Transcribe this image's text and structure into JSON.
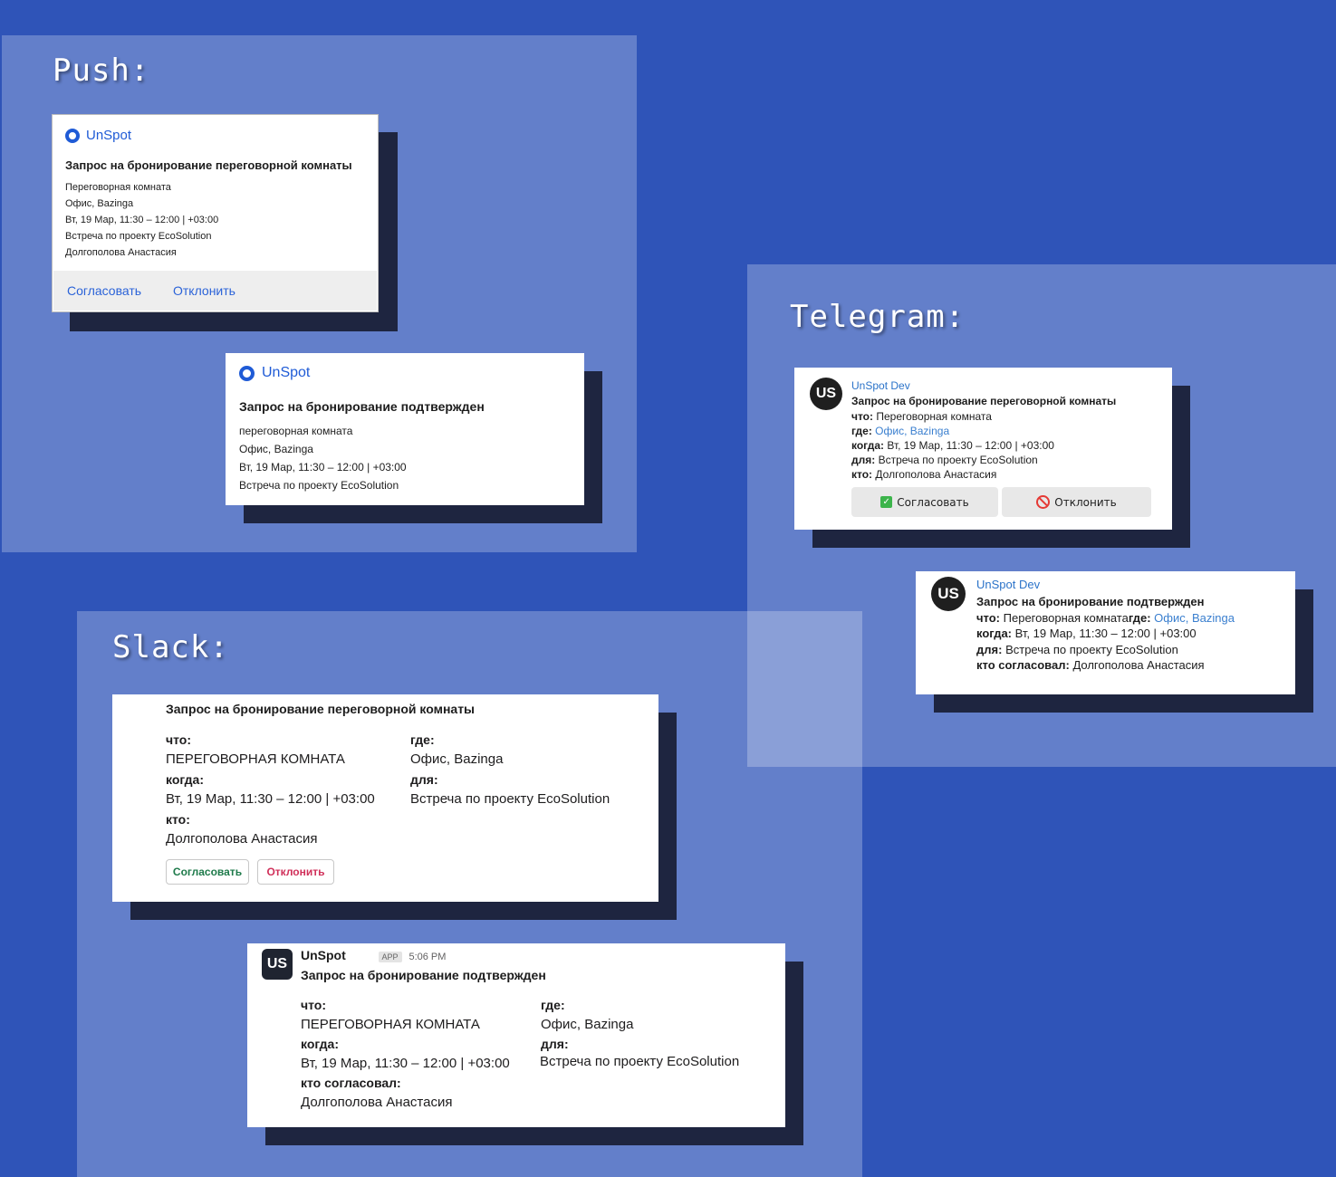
{
  "sections": {
    "push": "Push:",
    "telegram": "Telegram:",
    "slack": "Slack:"
  },
  "push1": {
    "app": "UnSpot",
    "title": "Запрос на бронирование переговорной комнаты",
    "lines": [
      "Переговорная комната",
      "Офис, Bazinga",
      "Вт, 19 Мар, 11:30 – 12:00 | +03:00",
      "Встреча по проекту EcoSolution",
      "Долгополова Анастасия"
    ],
    "approve": "Согласовать",
    "reject": "Отклонить"
  },
  "push2": {
    "app": "UnSpot",
    "title": "Запрос на бронирование подтвержден",
    "lines": [
      "переговорная комната",
      "Офис, Bazinga",
      "Вт, 19 Мар, 11:30 – 12:00 | +03:00",
      "Встреча по проекту EcoSolution"
    ]
  },
  "tg1": {
    "avatar": "US",
    "name": "UnSpot Dev",
    "title": "Запрос на бронирование переговорной комнаты",
    "what_label": "что:",
    "what": "Переговорная комната",
    "where_label": "где:",
    "where": "Офис, Bazinga",
    "when_label": "когда:",
    "when": "Вт, 19 Мар, 11:30 – 12:00 | +03:00",
    "for_label": "для:",
    "for": "Встреча по проекту EcoSolution",
    "who_label": "кто:",
    "who": "Долгополова Анастасия",
    "approve": "Согласовать",
    "reject": "Отклонить"
  },
  "tg2": {
    "avatar": "US",
    "name": "UnSpot Dev",
    "title": "Запрос на бронирование подтвержден",
    "what_label": "что:",
    "what": "Переговорная комната",
    "where_label": "где:",
    "where": "Офис, Bazinga",
    "when_label": "когда:",
    "when": "Вт, 19 Мар, 11:30 – 12:00 | +03:00",
    "for_label": "для:",
    "for": "Встреча по проекту EcoSolution",
    "approver_label": "кто согласовал:",
    "approver": "Долгополова Анастасия"
  },
  "slack1": {
    "title": "Запрос на бронирование переговорной комнаты",
    "what_label": "что:",
    "what": "ПЕРЕГОВОРНАЯ КОМНАТА",
    "where_label": "где:",
    "where": "Офис, Bazinga",
    "when_label": "когда:",
    "when": "Вт, 19 Мар, 11:30 – 12:00 | +03:00",
    "for_label": "для:",
    "for": "Встреча по проекту EcoSolution",
    "who_label": "кто:",
    "who": "Долгополова Анастасия",
    "approve": "Согласовать",
    "reject": "Отклонить"
  },
  "slack2": {
    "avatar": "US",
    "name": "UnSpot",
    "badge": "APP",
    "time": "5:06 PM",
    "title": "Запрос на бронирование подтвержден",
    "what_label": "что:",
    "what": "ПЕРЕГОВОРНАЯ КОМНАТА",
    "where_label": "где:",
    "where": "Офис, Bazinga",
    "when_label": "когда:",
    "when": "Вт, 19 Мар, 11:30 – 12:00 | +03:00",
    "for_label": "для:",
    "for": "Встреча по проекту EcoSolution",
    "approver_label": "кто согласовал:",
    "approver": "Долгополова Анастасия"
  },
  "colors": {
    "background": "#2f54b8",
    "shadow": "#1e2540",
    "accent": "#1f5bd6",
    "slack_approve": "#1e7a4a",
    "slack_reject": "#d0305a"
  }
}
